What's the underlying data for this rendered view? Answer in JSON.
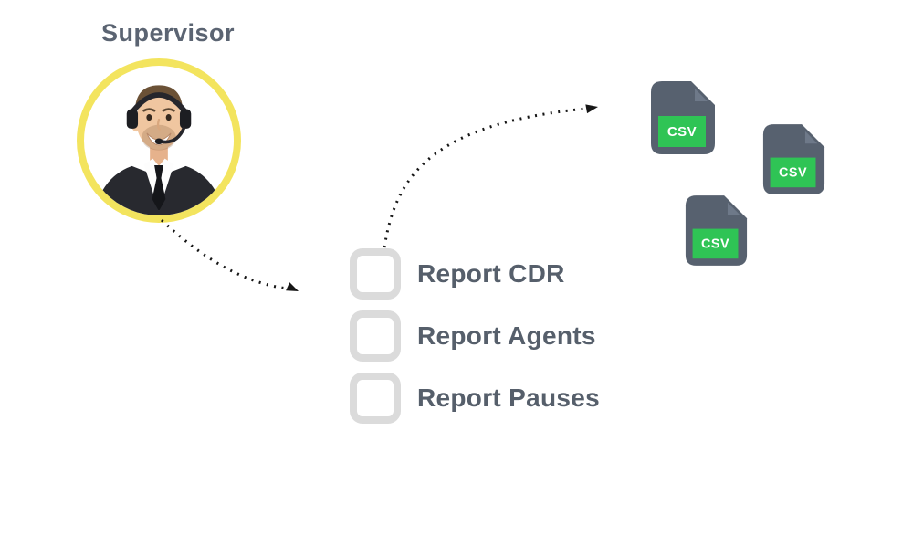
{
  "title": "Supervisor",
  "avatar": {
    "icon": "supervisor-headset-photo"
  },
  "checklist": {
    "items": [
      {
        "label": "Report CDR"
      },
      {
        "label": "Report Agents"
      },
      {
        "label": "Report Pauses"
      }
    ]
  },
  "files": [
    {
      "label": "CSV",
      "icon": "csv-file-icon"
    },
    {
      "label": "CSV",
      "icon": "csv-file-icon"
    },
    {
      "label": "CSV",
      "icon": "csv-file-icon"
    }
  ],
  "colors": {
    "ring_yellow": "#f3e45e",
    "slate": "#57616f",
    "green": "#2fc455",
    "label_text": "#565f6b",
    "title_text": "#5b6472",
    "checkbox_border": "#dbdbdb",
    "arrow": "#161616"
  }
}
